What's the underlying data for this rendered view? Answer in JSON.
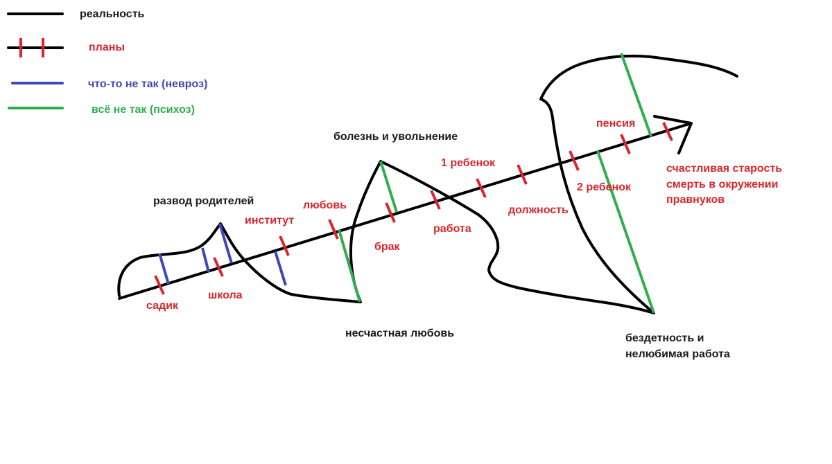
{
  "colors": {
    "reality": "#000000",
    "plans": "#d9262c",
    "neurosis": "#3f48b8",
    "psychosis": "#2fae4e"
  },
  "legend": {
    "reality": "реальность",
    "plans": "планы",
    "neurosis": "что-то не так (невроз)",
    "psychosis": "всё не так (психоз)"
  },
  "events": {
    "parents_divorce": "развод родителей",
    "illness_dismissal": "болезнь и увольнение",
    "unhappy_love": "несчастная любовь",
    "childless_line1": "бездетность и",
    "childless_line2": "нелюбимая работа"
  },
  "plans": {
    "kindergarten": "садик",
    "school": "школа",
    "institute": "институт",
    "love": "любовь",
    "marriage": "брак",
    "work": "работа",
    "child1": "1 ребенок",
    "position": "должность",
    "child2": "2 ребенок",
    "pension": "пенсия",
    "old_age_line1": "счастливая старость",
    "old_age_line2": "смерть в окружении",
    "old_age_line3": "правнуков"
  }
}
